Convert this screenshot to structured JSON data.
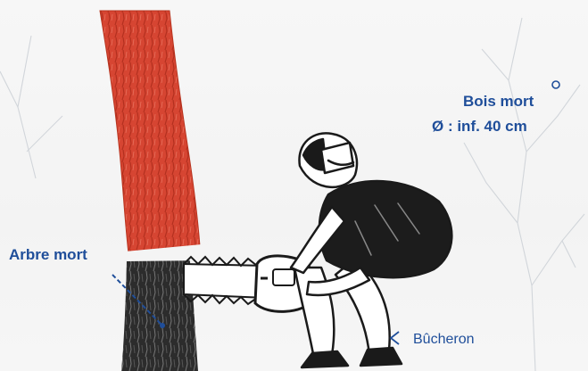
{
  "labels": {
    "bois_mort": "Bois mort",
    "diametre": "Ø : inf. 40 cm",
    "arbre_mort": "Arbre mort",
    "bucheron": "Bûcheron"
  },
  "colors": {
    "label_blue": "#1f4e9a",
    "trunk_red": "#d64532",
    "trunk_dark": "#2a2a2a",
    "ink": "#1a1a1a"
  },
  "icons": {
    "bois_mort_marker": "circle-marker-icon",
    "arbre_mort_marker": "dot-marker-icon",
    "bucheron_marker": "arrow-marker-icon"
  }
}
